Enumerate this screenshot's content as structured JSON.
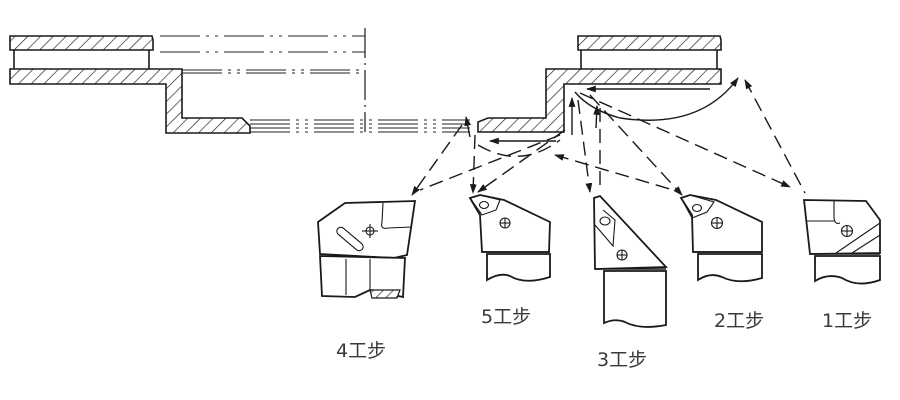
{
  "diagram": {
    "type": "machining-process-diagram",
    "description": "Cross-section of stepped workpiece with cutting tool paths for five process steps",
    "colors": {
      "line": "#1a1a1a",
      "label": "#3a3a3a",
      "background": "#ffffff"
    },
    "steps": [
      {
        "id": "step-1",
        "number": "1",
        "label": "1工步",
        "tool": "tool with inclined chip-breaker insert"
      },
      {
        "id": "step-2",
        "number": "2",
        "label": "2工步",
        "tool": "tool with triangular insert (right)"
      },
      {
        "id": "step-3",
        "number": "3",
        "label": "3工步",
        "tool": "tall triangular boring tool"
      },
      {
        "id": "step-4",
        "number": "4",
        "label": "4工步",
        "tool": "grooving tool with slotted clamp"
      },
      {
        "id": "step-5",
        "number": "5",
        "label": "5工步",
        "tool": "tool with triangular insert (left)"
      }
    ],
    "workpiece": {
      "left_section": "hatched stepped flange with centerline break",
      "right_section": "hatched stepped flange with internal bore",
      "centerline": "vertical axis near x=365"
    }
  }
}
